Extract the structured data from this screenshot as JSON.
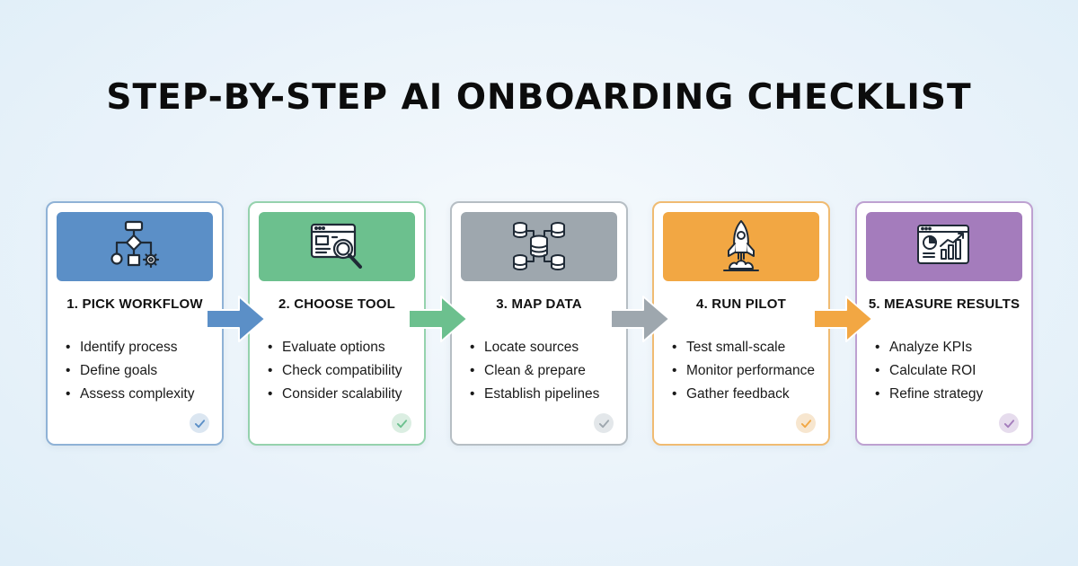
{
  "title": "STEP-BY-STEP AI ONBOARDING CHECKLIST",
  "steps": [
    {
      "title": "1. PICK WORKFLOW",
      "icon": "workflow-icon",
      "color": "#5b8fc7",
      "border": "#8fb2d6",
      "check_bg": "#dbe6f1",
      "items": [
        "Identify process",
        "Define goals",
        "Assess complexity"
      ]
    },
    {
      "title": "2. CHOOSE TOOL",
      "icon": "tool-search-icon",
      "color": "#6cc08e",
      "border": "#95d2ad",
      "check_bg": "#dbeee2",
      "items": [
        "Evaluate options",
        "Check compatibility",
        "Consider scalability"
      ]
    },
    {
      "title": "3. MAP DATA",
      "icon": "database-network-icon",
      "color": "#9ea7ae",
      "border": "#b6bec4",
      "check_bg": "#e3e7ea",
      "items": [
        "Locate sources",
        "Clean & prepare",
        "Establish pipelines"
      ]
    },
    {
      "title": "4. RUN PILOT",
      "icon": "rocket-icon",
      "color": "#f2a743",
      "border": "#f0bb72",
      "check_bg": "#f7e6cf",
      "items": [
        "Test small-scale",
        "Monitor performance",
        "Gather feedback"
      ]
    },
    {
      "title": "5. MEASURE RESULTS",
      "icon": "analytics-dashboard-icon",
      "color": "#a47cbc",
      "border": "#bea1d1",
      "check_bg": "#e6dced",
      "items": [
        "Analyze KPIs",
        "Calculate ROI",
        "Refine strategy"
      ]
    }
  ],
  "arrows": [
    {
      "color": "#5b8fc7"
    },
    {
      "color": "#6cc08e"
    },
    {
      "color": "#9ea7ae"
    },
    {
      "color": "#f2a743"
    }
  ],
  "bullet_char": "•"
}
